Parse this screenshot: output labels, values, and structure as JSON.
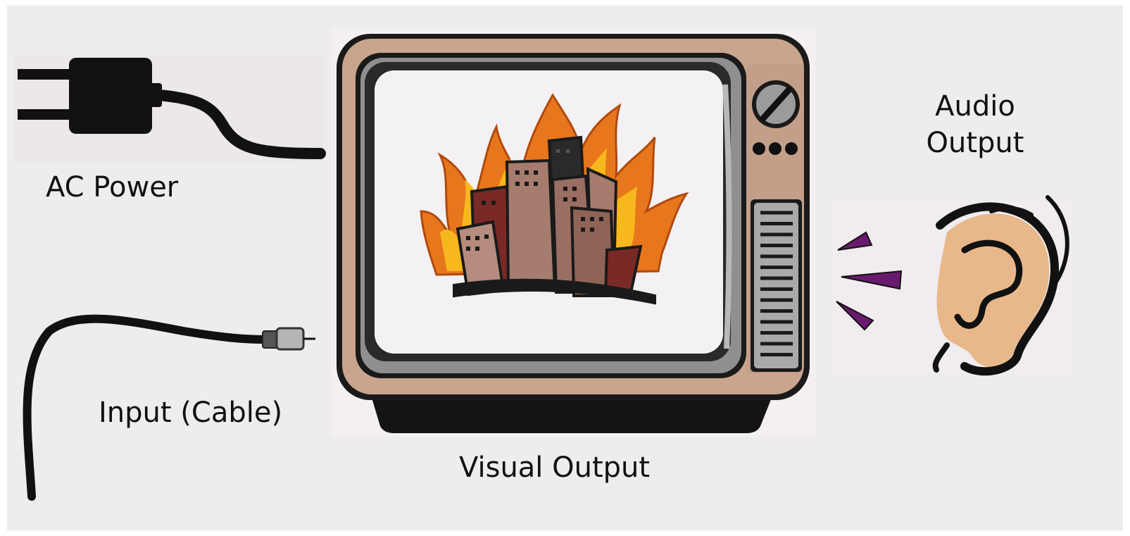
{
  "labels": {
    "ac_power": "AC Power",
    "audio_output_line1": "Audio",
    "audio_output_line2": "Output",
    "input_cable": "Input (Cable)",
    "visual_output": "Visual Output"
  },
  "colors": {
    "background": "#ededed",
    "tv_wood": "#c9a58e",
    "tv_bezel": "#8f8f8f",
    "tv_black": "#141414",
    "flame_orange": "#e8761c",
    "flame_yellow": "#f7b81d",
    "building_brown": "#a57c6e",
    "building_dark_red": "#7a2a26",
    "ear_skin": "#e9b88a",
    "sound_wave_purple": "#6a1a6e"
  },
  "icons": {
    "plug": "ac-plug-icon",
    "cable": "coax-cable-icon",
    "tv": "television-icon",
    "burning_city": "burning-city-icon",
    "ear": "ear-icon",
    "sound_waves": "sound-waves-icon"
  }
}
